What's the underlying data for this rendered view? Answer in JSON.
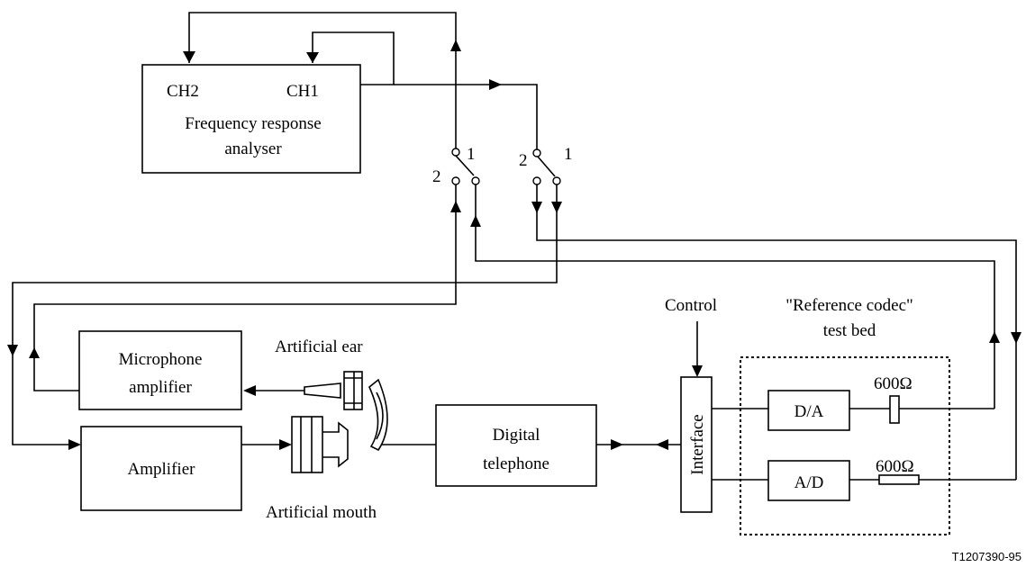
{
  "analyser": {
    "ch2": "CH2",
    "ch1": "CH1",
    "line1": "Frequency response",
    "line2": "analyser"
  },
  "switch_left": {
    "pos1": "1",
    "pos2": "2"
  },
  "switch_right": {
    "pos1": "1",
    "pos2": "2"
  },
  "mic_amp": {
    "line1": "Microphone",
    "line2": "amplifier"
  },
  "amplifier": {
    "label": "Amplifier"
  },
  "artificial_ear": {
    "label": "Artificial ear"
  },
  "artificial_mouth": {
    "label": "Artificial mouth"
  },
  "digital_telephone": {
    "line1": "Digital",
    "line2": "telephone"
  },
  "control": {
    "label": "Control"
  },
  "interface": {
    "label": "Interface"
  },
  "test_bed": {
    "line1": "\"Reference codec\"",
    "line2": "test bed"
  },
  "da": {
    "label": "D/A"
  },
  "ad": {
    "label": "A/D"
  },
  "resistor_top": {
    "label": "600Ω"
  },
  "resistor_bottom": {
    "label": "600Ω"
  },
  "figure_id": "T1207390-95"
}
